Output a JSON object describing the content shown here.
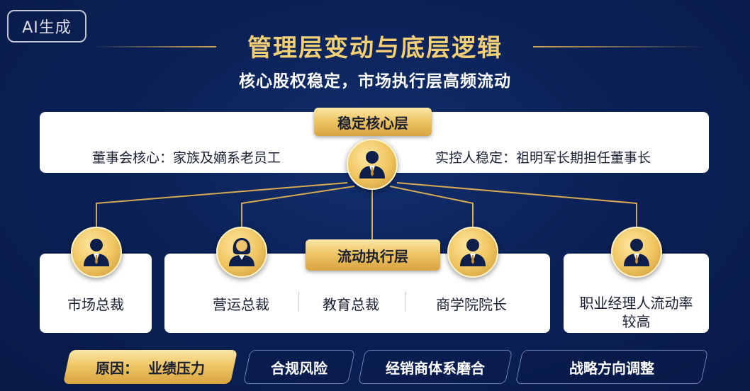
{
  "badge": "AI生成",
  "title": "管理层变动与底层逻辑",
  "subtitle": "核心股权稳定，市场执行层高频流动",
  "stable_layer": {
    "tag": "稳定核心层",
    "left_text": "董事会核心：家族及嫡系老员工",
    "right_text": "实控人稳定：祖明军长期担任董事长"
  },
  "flow_layer": {
    "tag": "流动执行层",
    "roles": [
      "市场总裁",
      "营运总裁",
      "教育总裁",
      "商学院院长"
    ],
    "note_line1": "职业经理人流动率",
    "note_line2": "较高"
  },
  "reasons": {
    "lead": "原因：",
    "items": [
      "业绩压力",
      "合规风险",
      "经销商体系磨合",
      "战略方向调整"
    ]
  },
  "colors": {
    "gold": "#eec665",
    "navy": "#0b2157",
    "line": "#d6aa52"
  }
}
